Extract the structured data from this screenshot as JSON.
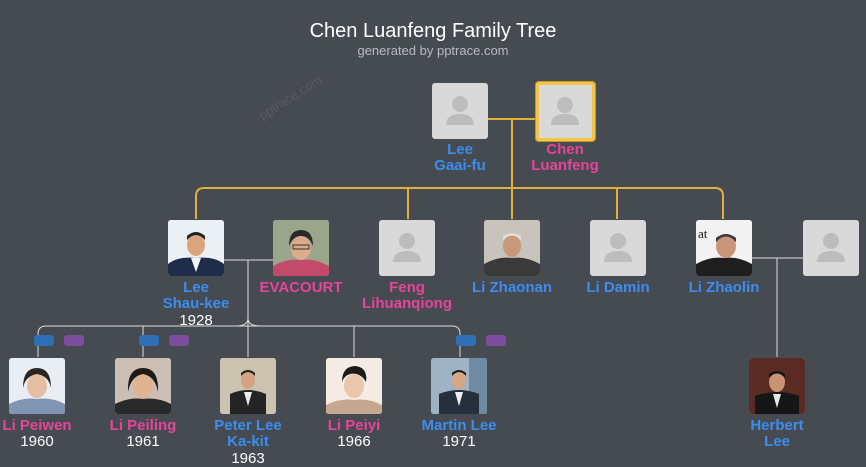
{
  "header": {
    "title": "Chen Luanfeng Family Tree",
    "subtitle": "generated by pptrace.com",
    "watermark": "pptrace.com"
  },
  "colors": {
    "background": "#464a51",
    "male": "#3b8ef0",
    "female": "#e8449a",
    "highlight_line": "#e2b13c",
    "line": "#dcdcdc"
  },
  "gen1": [
    {
      "name": "Lee\nGaai-fu",
      "gender": "male"
    },
    {
      "name": "Chen\nLuanfeng",
      "gender": "female",
      "selected": true
    }
  ],
  "gen2": [
    {
      "name": "Lee\nShau-kee",
      "year": "1928",
      "gender": "male",
      "photo": true
    },
    {
      "name": "EVACOURT",
      "gender": "female",
      "photo": true
    },
    {
      "name": "Feng\nLihuanqiong",
      "gender": "female"
    },
    {
      "name": "Li Zhaonan",
      "gender": "male",
      "photo": true
    },
    {
      "name": "Li Damin",
      "gender": "male"
    },
    {
      "name": "Li Zhaolin",
      "gender": "male",
      "photo": true,
      "photo_text": "at"
    },
    {
      "name": "",
      "gender": "unknown"
    }
  ],
  "gen3": [
    {
      "name": "Li Peiwen",
      "year": "1960",
      "gender": "female",
      "photo": true
    },
    {
      "name": "Li Peiling",
      "year": "1961",
      "gender": "female",
      "photo": true
    },
    {
      "name": "Peter Lee\nKa-kit",
      "year": "1963",
      "gender": "male",
      "photo": true
    },
    {
      "name": "Li Peiyi",
      "year": "1966",
      "gender": "female",
      "photo": true
    },
    {
      "name": "Martin Lee",
      "year": "1971",
      "gender": "male",
      "photo": true
    },
    {
      "name": "Herbert\nLee",
      "gender": "male",
      "photo": true
    }
  ]
}
